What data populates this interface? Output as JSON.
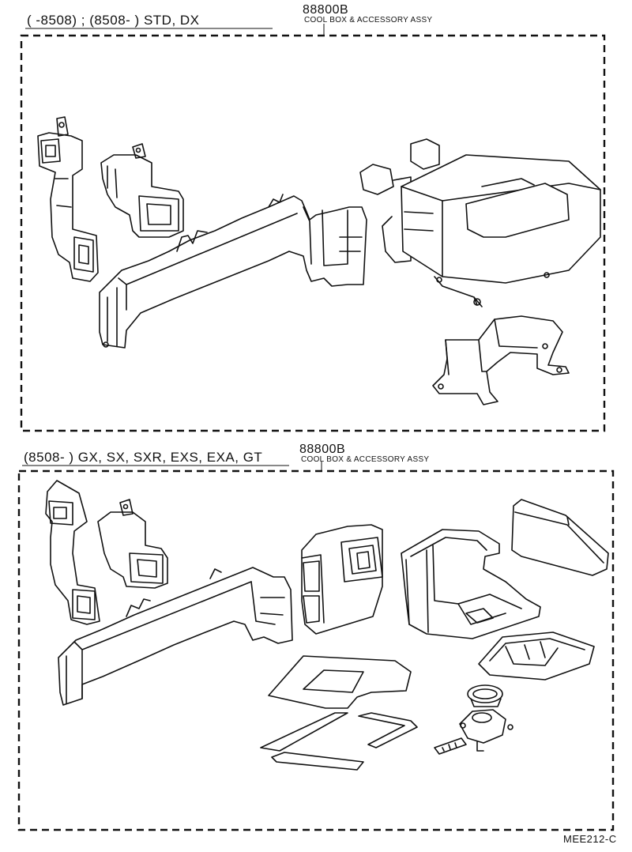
{
  "sections": [
    {
      "applicability": "(     -8508) ; (8508-        ) STD, DX",
      "part_number": "88800B",
      "part_name": "COOL BOX & ACCESSORY ASSY"
    },
    {
      "applicability": "(8508-          ) GX, SX, SXR, EXS, EXA, GT",
      "part_number": "88800B",
      "part_name": "COOL BOX & ACCESSORY ASSY"
    }
  ],
  "diagram_code": "MEE212-C"
}
